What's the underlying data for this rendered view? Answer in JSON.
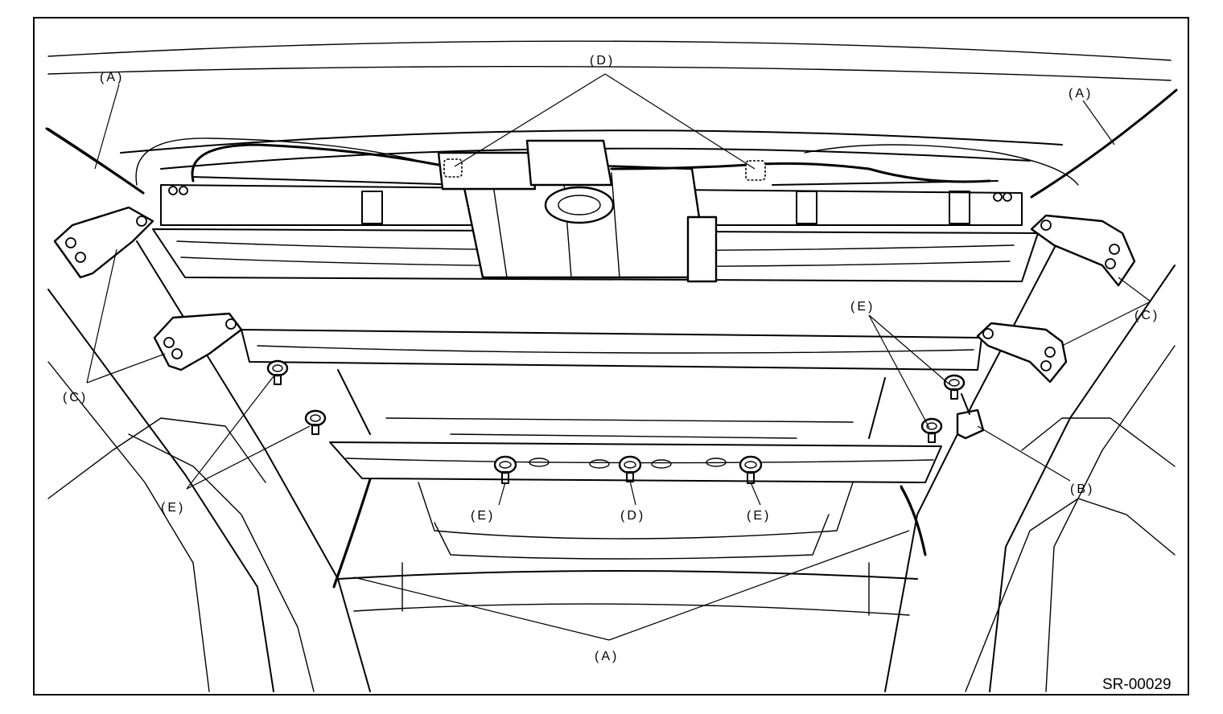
{
  "figure_code": "SR-00029",
  "callouts": {
    "a_top_left": "(A)",
    "a_top_right": "(A)",
    "a_bottom": "(A)",
    "b_right": "(B)",
    "c_left": "(C)",
    "c_right": "(C)",
    "d_top": "(D)",
    "d_bottom": "(D)",
    "e_left": "(E)",
    "e_bottom_left": "(E)",
    "e_bottom_right": "(E)",
    "e_right": "(E)"
  }
}
